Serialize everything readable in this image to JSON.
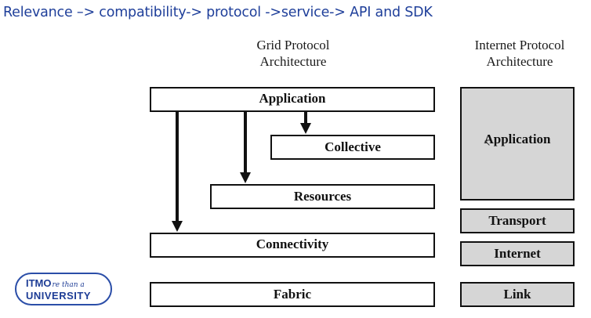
{
  "heading": "Relevance –> compatibility-> protocol ->service-> API and SDK",
  "grid": {
    "title_line1": "Grid Protocol",
    "title_line2": "Architecture",
    "layers": {
      "application": "Application",
      "collective": "Collective",
      "resources": "Resources",
      "connectivity": "Connectivity",
      "fabric": "Fabric"
    }
  },
  "internet": {
    "title_line1": "Internet Protocol",
    "title_line2": "Architecture",
    "layers": {
      "application": "Application",
      "transport": "Transport",
      "internet": "Internet",
      "link": "Link"
    }
  },
  "logo": {
    "line1": "ITMO",
    "tagline": "re than a",
    "line2": "UNIVERSITY"
  },
  "colors": {
    "heading": "#1f3f9a",
    "box_border": "#111111",
    "internet_fill": "#d6d6d6",
    "logo": "#1e3d96"
  }
}
